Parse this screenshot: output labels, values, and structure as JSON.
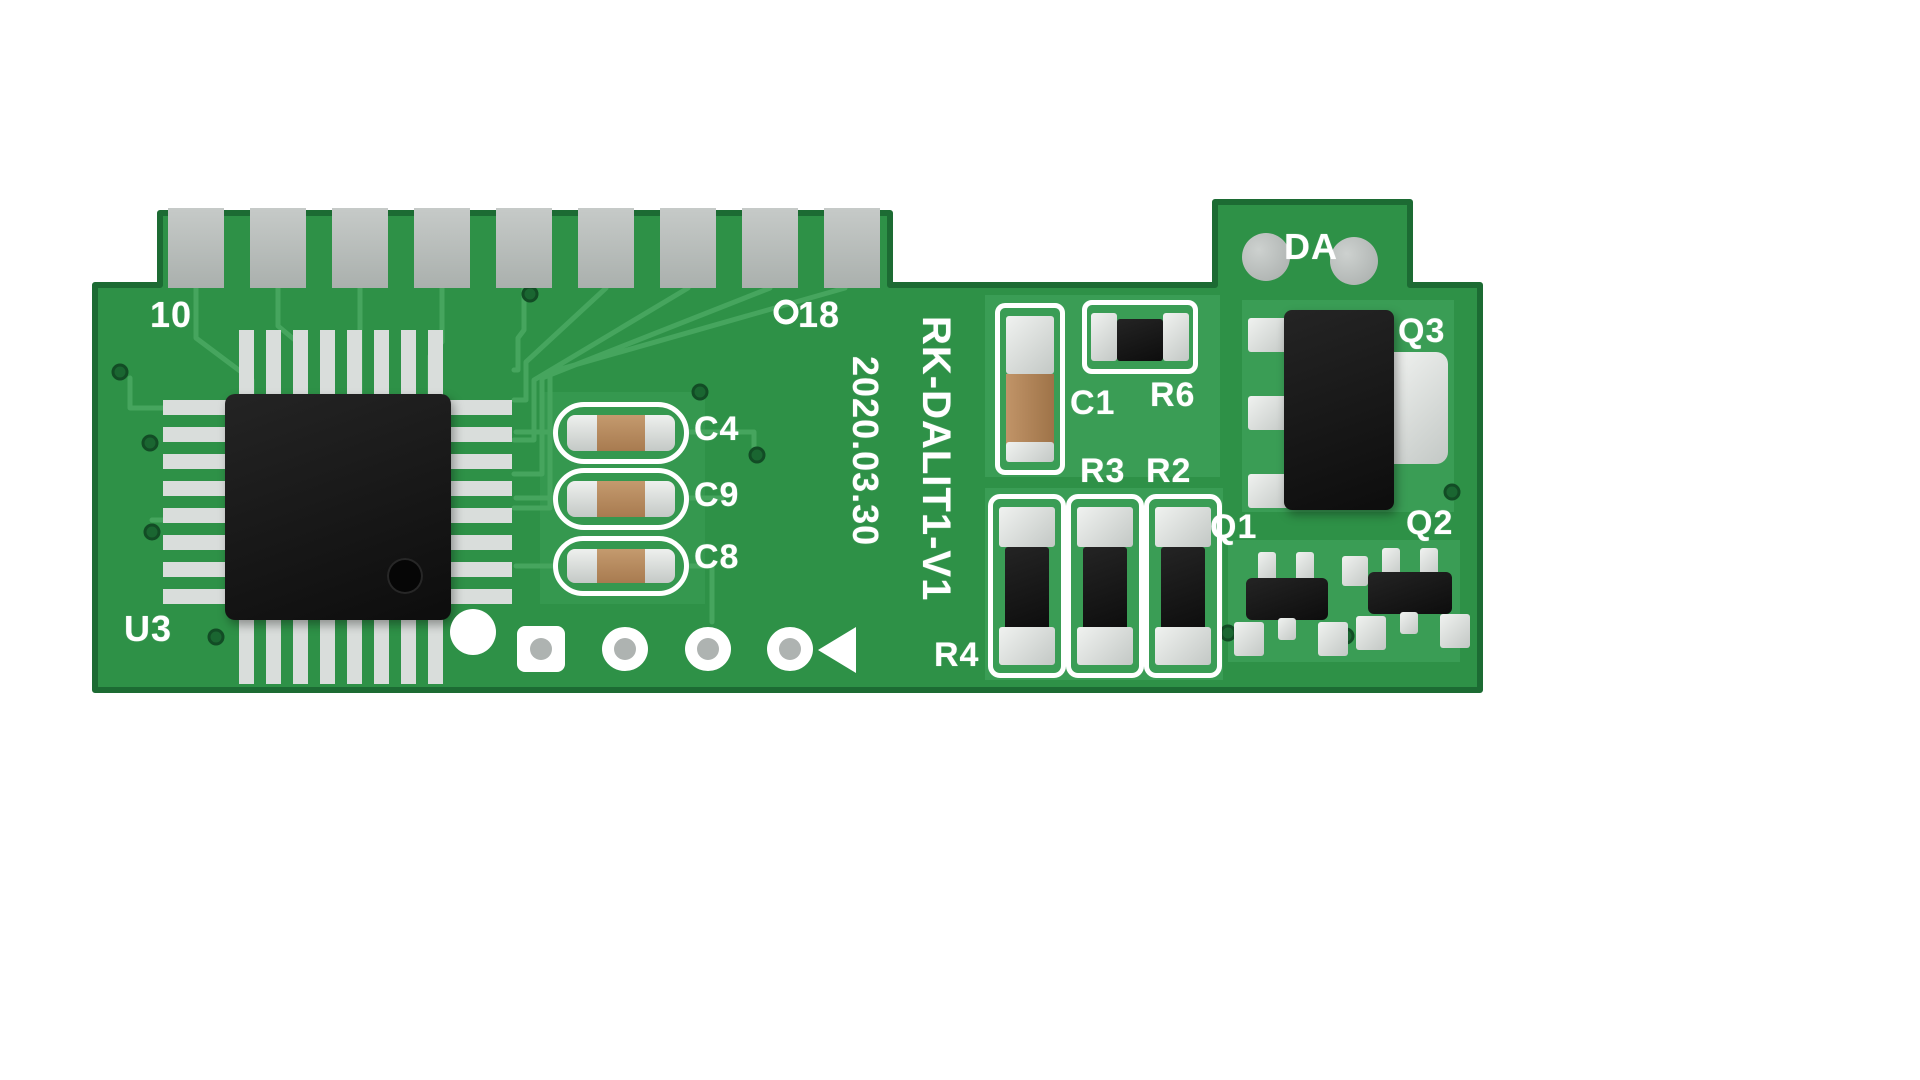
{
  "scene": {
    "description": "photo of a green printed circuit board on white background"
  },
  "colors": {
    "board_green": "#2E9147",
    "board_edge": "#1C6B33",
    "trace_green": "#46A55E",
    "pad_gray": "#B6BAB9",
    "silver": "#D7DBD9",
    "ceramic_tan": "#B5835A",
    "component_black": "#161616",
    "silkscreen_white": "#FFFFFF"
  },
  "board": {
    "model": "RK-DALIT1-V1",
    "date": "2020.03.30",
    "pin_start": "10",
    "pin_end": "18",
    "connector_label": "DA"
  },
  "components": {
    "ic": "U3",
    "cap_c4": "C4",
    "cap_c9": "C9",
    "cap_c8": "C8",
    "cap_c1": "C1",
    "res_r6": "R6",
    "res_r3": "R3",
    "res_r2": "R2",
    "res_r4": "R4",
    "q1": "Q1",
    "q2": "Q2",
    "q3": "Q3"
  }
}
